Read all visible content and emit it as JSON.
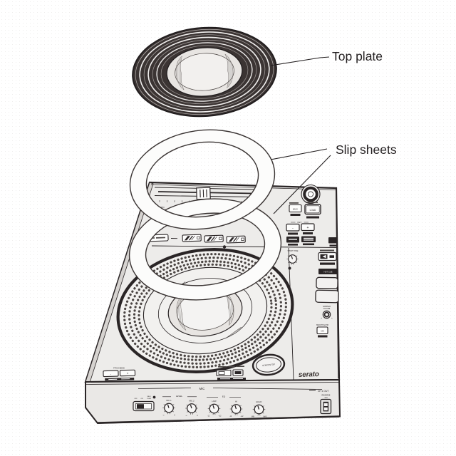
{
  "callouts": {
    "top_plate": "Top plate",
    "slip_sheets": "Slip sheets"
  },
  "deck": {
    "tempo_1": "TEMPO",
    "tempo_2": "RANGE",
    "reset": "RESET",
    "key_lock_1": "KEY",
    "key_lock_2": "LOCK",
    "sync": "SYNC",
    "back": "BACK",
    "load": "LOAD",
    "key": "KEY",
    "minus": "-",
    "plus": "+",
    "stop_time": "STOP TIME",
    "hot_cue": "HOT CUE",
    "sampler_volume_1": "SAMPLER",
    "sampler_volume_2": "VOLUME",
    "smooth_echo": "SMOOTH ECHO",
    "on": "ON",
    "pitch_bend": "PITCH BEND",
    "start_stop": "START/STOP",
    "brand": "serato"
  },
  "front": {
    "mic": "MIC",
    "level": "LEVEL",
    "mic1": "MIC 1",
    "mic2": "MIC 2",
    "eq": "EQ",
    "low": "LOW",
    "hi": "HI",
    "echo": "ECHO",
    "neg_inf": "-∞",
    "zero": "0",
    "neg12": "-12",
    "pos12": "+12",
    "min": "MIN",
    "max": "MAX",
    "off": "OFF",
    "on": "ON",
    "talk_1": "TALK",
    "talk_2": "OVER",
    "ch1_out": "CH 1 OUT",
    "reverse_1": "REVERSE",
    "reverse_2": "ON",
    "reverse_off": "OFF"
  },
  "colors": {
    "ink": "#2a2526",
    "deck_body": "#edecea",
    "disc_dark": "#3b3433",
    "label_gray": "#e8e5e2"
  }
}
